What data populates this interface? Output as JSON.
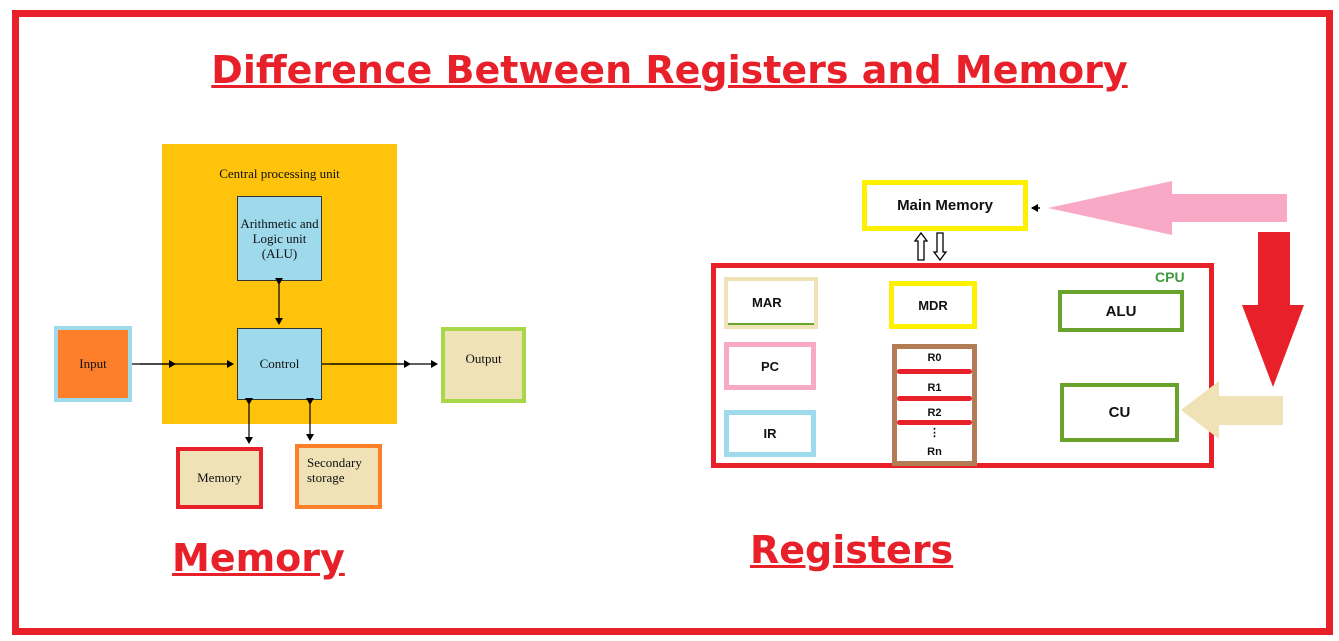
{
  "title": "Difference Between Registers and Memory",
  "memory_diagram": {
    "caption": "Memory",
    "cpu_label": "Central processing unit",
    "alu_label": "Arithmetic and Logic unit (ALU)",
    "control_label": "Control",
    "input_label": "Input",
    "output_label": "Output",
    "memory_label": "Memory",
    "secondary_label": "Secondary storage"
  },
  "registers_diagram": {
    "caption": "Registers",
    "main_memory_label": "Main Memory",
    "cpu_label": "CPU",
    "mar_label": "MAR",
    "mdr_label": "MDR",
    "pc_label": "PC",
    "ir_label": "IR",
    "alu_label": "ALU",
    "cu_label": "CU",
    "r0": "R0",
    "r1": "R1",
    "r2": "R2",
    "rdots": "⋮",
    "rn": "Rn"
  },
  "colors": {
    "red": "#e8202a",
    "cpu_yellow": "#fec30a",
    "light_blue": "#9ed9ec",
    "orange": "#fd7f2a",
    "beige": "#efe2b7",
    "yellow_border": "#ffef00",
    "green": "#6aa32c",
    "pink": "#f7a9c6",
    "brown": "#b27c55"
  }
}
